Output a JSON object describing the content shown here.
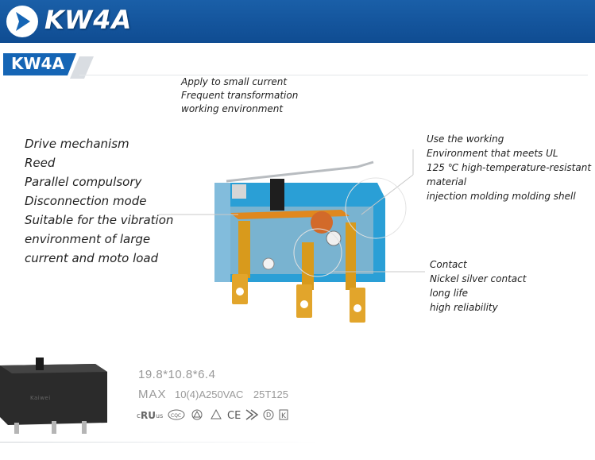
{
  "header": {
    "title": "KW4A",
    "arrow_icon": "play-arrow-icon",
    "banner_color": "#1565b5"
  },
  "tag": {
    "label": "KW4A",
    "color": "#1565b5"
  },
  "notes": {
    "apply": [
      "Apply to small current",
      "Frequent transformation",
      "working environment"
    ],
    "left": [
      "Drive mechanism",
      "Reed",
      "Parallel compulsory",
      "Disconnection mode",
      "Suitable for the vibration",
      "environment of large",
      "current and moto load"
    ],
    "right": [
      "Use the working",
      "Environment that meets UL",
      "125 ℃ high-temperature-resistant",
      "material",
      "injection molding molding shell"
    ],
    "contact": [
      "Contact",
      "Nickel silver contact",
      "long life",
      "high reliability"
    ]
  },
  "specs": {
    "dimensions": "19.8*10.8*6.4",
    "max_label": "MAX",
    "rating": "10(4)A250VAC",
    "temp_code": "25T125",
    "certifications": [
      "cULus-mark-icon",
      "cqc-mark-icon",
      "triangle-mark-icon",
      "delta-mark-icon",
      "ce-mark-icon",
      "cec-mark-icon",
      "d-mark-icon",
      "k-mark-icon"
    ]
  },
  "product": {
    "brand_text": "Kaiwei"
  },
  "colors": {
    "housing": "#2a9fd6",
    "terminal": "#d89a1c",
    "body_black": "#2b2b2b"
  }
}
